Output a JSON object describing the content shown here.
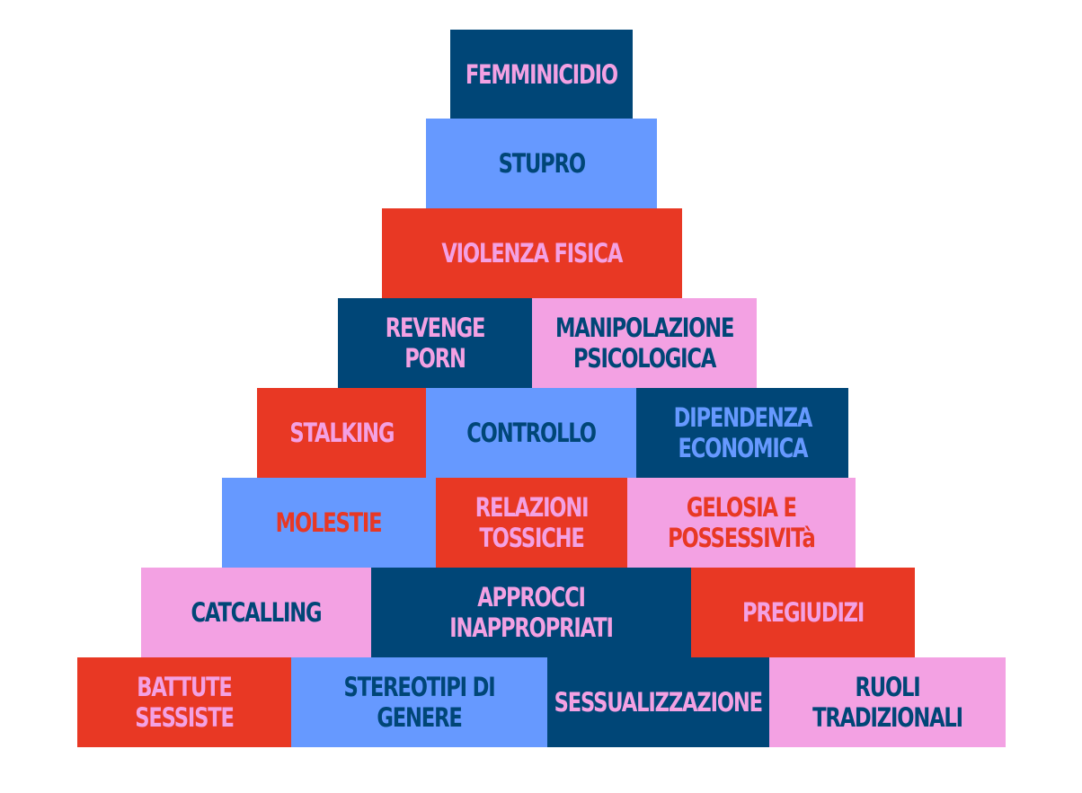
{
  "colors": {
    "navy": "#004677",
    "sky": "#6699ff",
    "red": "#e83824",
    "pink": "#f3a1e3"
  },
  "pyramid": {
    "rows": [
      {
        "blocks": [
          {
            "label": "FEMMINICIDIO",
            "bg": "navy",
            "fg": "pink"
          }
        ]
      },
      {
        "blocks": [
          {
            "label": "STUPRO",
            "bg": "sky",
            "fg": "navy"
          }
        ]
      },
      {
        "blocks": [
          {
            "label": "VIOLENZA FISICA",
            "bg": "red",
            "fg": "pink"
          }
        ]
      },
      {
        "blocks": [
          {
            "label": "REVENGE PORN",
            "bg": "navy",
            "fg": "pink"
          },
          {
            "label": "MANIPOLAZIONE\nPSICOLOGICA",
            "bg": "pink",
            "fg": "navy"
          }
        ]
      },
      {
        "blocks": [
          {
            "label": "STALKING",
            "bg": "red",
            "fg": "pink"
          },
          {
            "label": "CONTROLLO",
            "bg": "sky",
            "fg": "navy"
          },
          {
            "label": "DIPENDENZA\nECONOMICA",
            "bg": "navy",
            "fg": "sky"
          }
        ]
      },
      {
        "blocks": [
          {
            "label": "MOLESTIE",
            "bg": "sky",
            "fg": "red"
          },
          {
            "label": "RELAZIONI\nTOSSICHE",
            "bg": "red",
            "fg": "pink"
          },
          {
            "label": "GELOSIA E\nPOSSESSIVITà",
            "bg": "pink",
            "fg": "red"
          }
        ]
      },
      {
        "blocks": [
          {
            "label": "CATCALLING",
            "bg": "pink",
            "fg": "navy"
          },
          {
            "label": "APPROCCI INAPPROPRIATI",
            "bg": "navy",
            "fg": "pink"
          },
          {
            "label": "PREGIUDIZI",
            "bg": "red",
            "fg": "pink"
          }
        ]
      },
      {
        "blocks": [
          {
            "label": "BATTUTE SESSISTE",
            "bg": "red",
            "fg": "pink"
          },
          {
            "label": "STEREOTIPI DI GENERE",
            "bg": "sky",
            "fg": "navy"
          },
          {
            "label": "SESSUALIZZAZIONE",
            "bg": "navy",
            "fg": "pink"
          },
          {
            "label": "RUOLI TRADIZIONALI",
            "bg": "pink",
            "fg": "navy"
          }
        ]
      }
    ]
  }
}
